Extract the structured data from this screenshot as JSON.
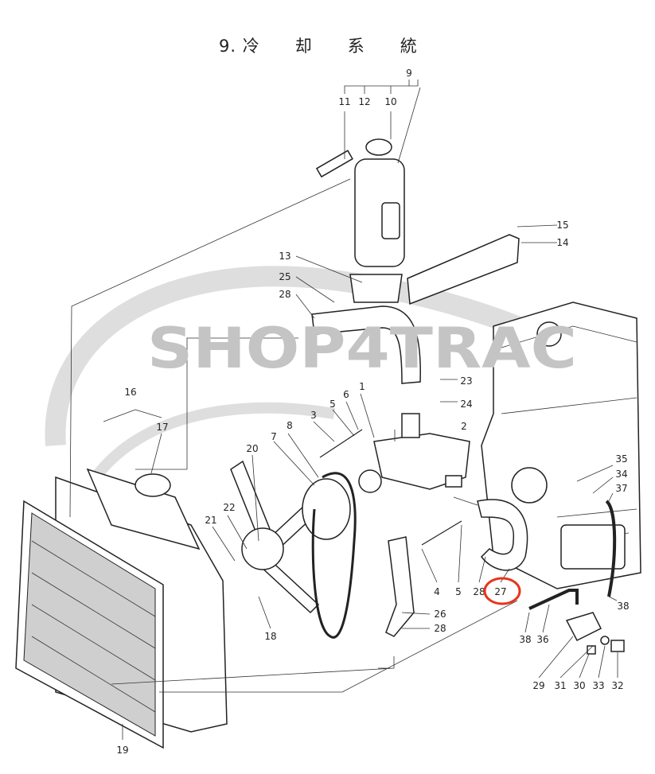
{
  "title": "9. 冷　　却　　系　　統",
  "watermark": "SHOP4TRAC",
  "highlight_color": "#e8341c",
  "highlighted_part": "27",
  "callouts": [
    "9",
    "11",
    "12",
    "10",
    "15",
    "14",
    "13",
    "25",
    "28",
    "23",
    "24",
    "16",
    "17",
    "1",
    "6",
    "5",
    "3",
    "8",
    "7",
    "20",
    "22",
    "21",
    "35",
    "34",
    "37",
    "38",
    "4",
    "5",
    "28",
    "27",
    "26",
    "28",
    "18",
    "38",
    "36",
    "29",
    "31",
    "30",
    "33",
    "32",
    "19",
    "2"
  ]
}
